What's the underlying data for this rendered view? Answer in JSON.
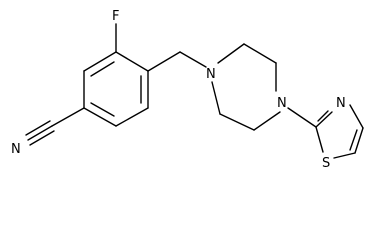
{
  "molecule": {
    "atoms": {
      "fluorine": "F",
      "nitrile_nitrogen": "N",
      "piperazine_n1": "N",
      "piperazine_n4": "N",
      "thiazole_nitrogen": "N",
      "thiazole_sulfur": "S"
    }
  }
}
